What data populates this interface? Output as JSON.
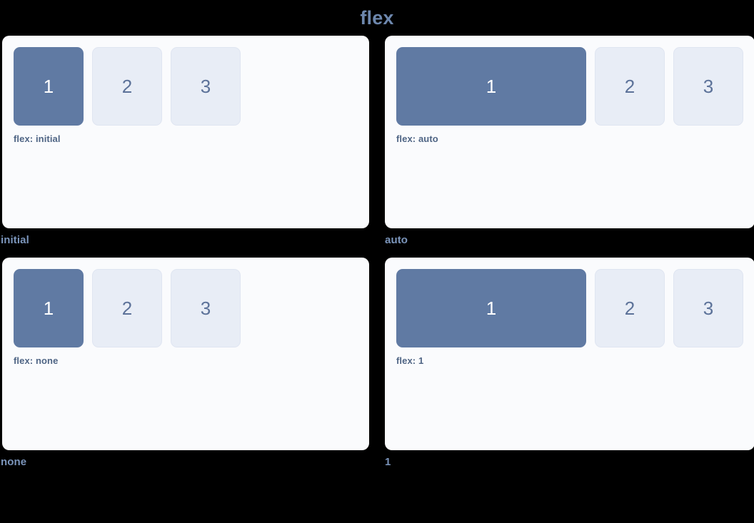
{
  "title": "flex",
  "colors": {
    "page_background": "#000000",
    "card_background": "#fafbfd",
    "primary_box": "#607aa3",
    "muted_box": "#e8edf6",
    "muted_box_border": "#dfe5f1",
    "title_text": "#6d87ad",
    "caption_text": "#7b95bb",
    "flex_label_text": "#4f6585",
    "primary_box_text": "#ffffff",
    "muted_box_text": "#5c7299"
  },
  "panels": [
    {
      "caption": "initial",
      "flex_label": "flex: initial",
      "mode": "fixed",
      "boxes": [
        {
          "label": "1",
          "style": "primary"
        },
        {
          "label": "2",
          "style": "muted"
        },
        {
          "label": "3",
          "style": "muted"
        }
      ]
    },
    {
      "caption": "auto",
      "flex_label": "flex: auto",
      "mode": "grow",
      "boxes": [
        {
          "label": "1",
          "style": "primary"
        },
        {
          "label": "2",
          "style": "muted"
        },
        {
          "label": "3",
          "style": "muted"
        }
      ]
    },
    {
      "caption": "none",
      "flex_label": "flex: none",
      "mode": "fixed",
      "boxes": [
        {
          "label": "1",
          "style": "primary"
        },
        {
          "label": "2",
          "style": "muted"
        },
        {
          "label": "3",
          "style": "muted"
        }
      ]
    },
    {
      "caption": "1",
      "flex_label": "flex: 1",
      "mode": "grow",
      "boxes": [
        {
          "label": "1",
          "style": "primary"
        },
        {
          "label": "2",
          "style": "muted"
        },
        {
          "label": "3",
          "style": "muted"
        }
      ]
    }
  ]
}
